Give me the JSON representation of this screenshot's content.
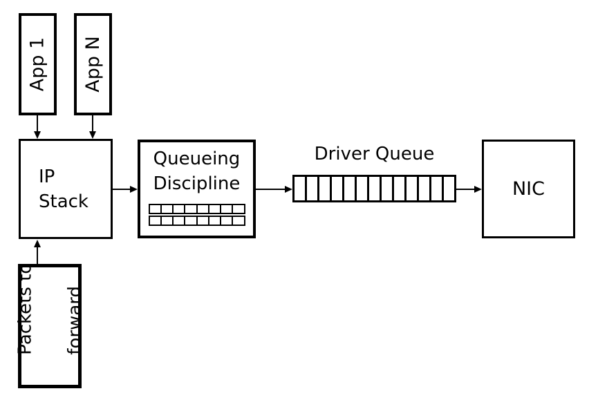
{
  "colors": {
    "background": "#ffffff",
    "stroke": "#000000",
    "text": "#000000"
  },
  "nodes": {
    "app_1": {
      "label": "App 1"
    },
    "app_n": {
      "label": "App N"
    },
    "ip_stack": {
      "line1": "IP",
      "line2": "Stack"
    },
    "queueing_discipline": {
      "line1": "Queueing",
      "line2": "Discipline",
      "queue_rows": 2,
      "queue_cols": 8
    },
    "driver_queue": {
      "label": "Driver Queue",
      "slots": 13
    },
    "nic": {
      "label": "NIC"
    },
    "packets_to_forward": {
      "line1": "Packets to",
      "line2": "forward"
    }
  }
}
